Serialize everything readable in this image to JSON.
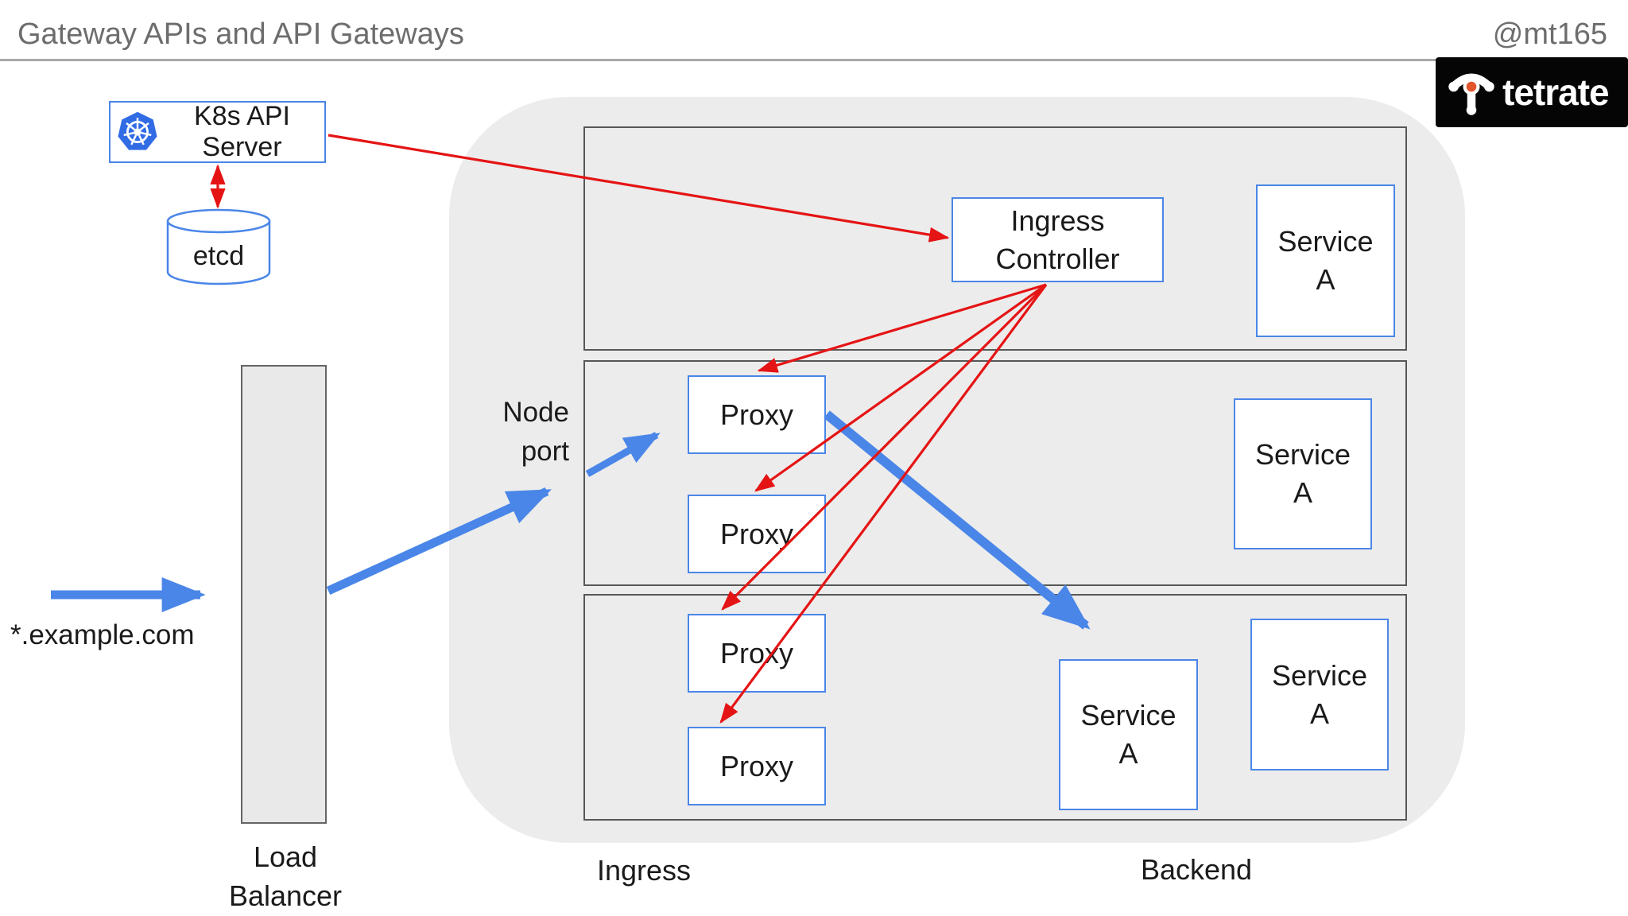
{
  "page": {
    "title": "Gateway APIs and API Gateways",
    "author_handle": "@mt165"
  },
  "brand": {
    "name": "tetrate",
    "logo_icon": "tetrate-mark",
    "background": "#050505",
    "accent_orange": "#e2542c"
  },
  "diagram": {
    "control_plane": {
      "api_server_label": "K8s API Server",
      "api_server_icon": "kubernetes-wheel",
      "datastore_label": "etcd"
    },
    "traffic": {
      "domain_label": "*.example.com",
      "load_balancer_label": "Load Balancer",
      "node_port_label": "Node port"
    },
    "cluster": {
      "ingress_controller_label": "Ingress Controller",
      "proxy_label": "Proxy",
      "proxy_count": 4,
      "service_label": "Service A",
      "service_count": 4,
      "node_count": 3,
      "zone_labels": {
        "ingress": "Ingress",
        "backend": "Backend"
      }
    },
    "colors": {
      "box_border_blue": "#4a86e8",
      "traffic_arrow_blue": "#4a86e8",
      "control_arrow_red": "#e51414",
      "kubernetes_blue": "#326ce5",
      "cluster_gray": "#ececec",
      "node_border_gray": "#575757",
      "title_gray": "#6d6d6d"
    }
  }
}
